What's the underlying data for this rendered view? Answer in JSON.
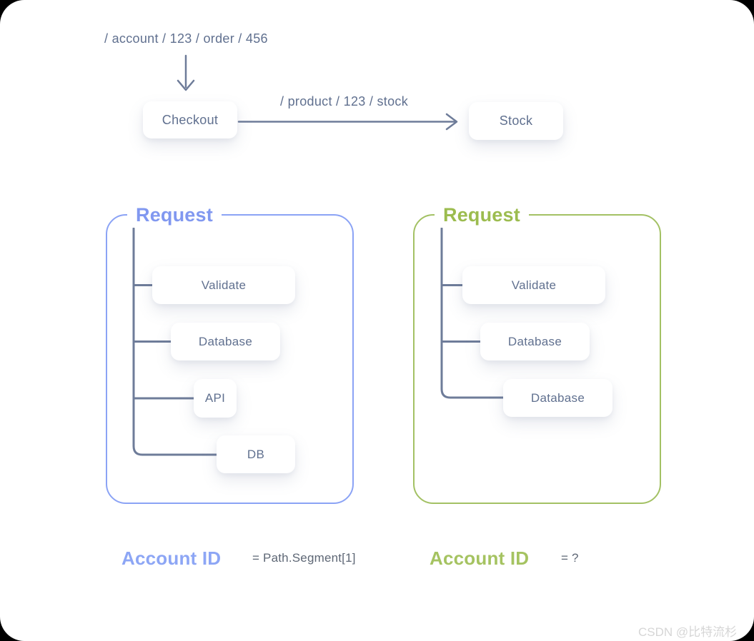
{
  "top_flow": {
    "request_path": "/ account / 123 / order / 456",
    "checkout_label": "Checkout",
    "product_path": "/ product / 123 / stock",
    "stock_label": "Stock"
  },
  "left_panel": {
    "title": "Request",
    "nodes": [
      "Validate",
      "Database",
      "API",
      "DB"
    ],
    "footer_label": "Account ID",
    "footer_value": "= Path.Segment[1]"
  },
  "right_panel": {
    "title": "Request",
    "nodes": [
      "Validate",
      "Database",
      "Database"
    ],
    "footer_label": "Account ID",
    "footer_value": "= ?"
  },
  "watermark": "CSDN @比特流杉",
  "colors": {
    "line": "#6e7c99",
    "text": "#60708f",
    "blue_accent": "#8ba3f5",
    "blue_title": "#8198f0",
    "blue_label": "#8da6f5",
    "green_accent": "#a3c164",
    "green_title": "#9cbc4f",
    "green_label": "#a5c361",
    "value_text": "#5e6775",
    "watermark": "#d6d6d6",
    "page_bg": "#ffffff",
    "outer_bg": "#000000"
  }
}
